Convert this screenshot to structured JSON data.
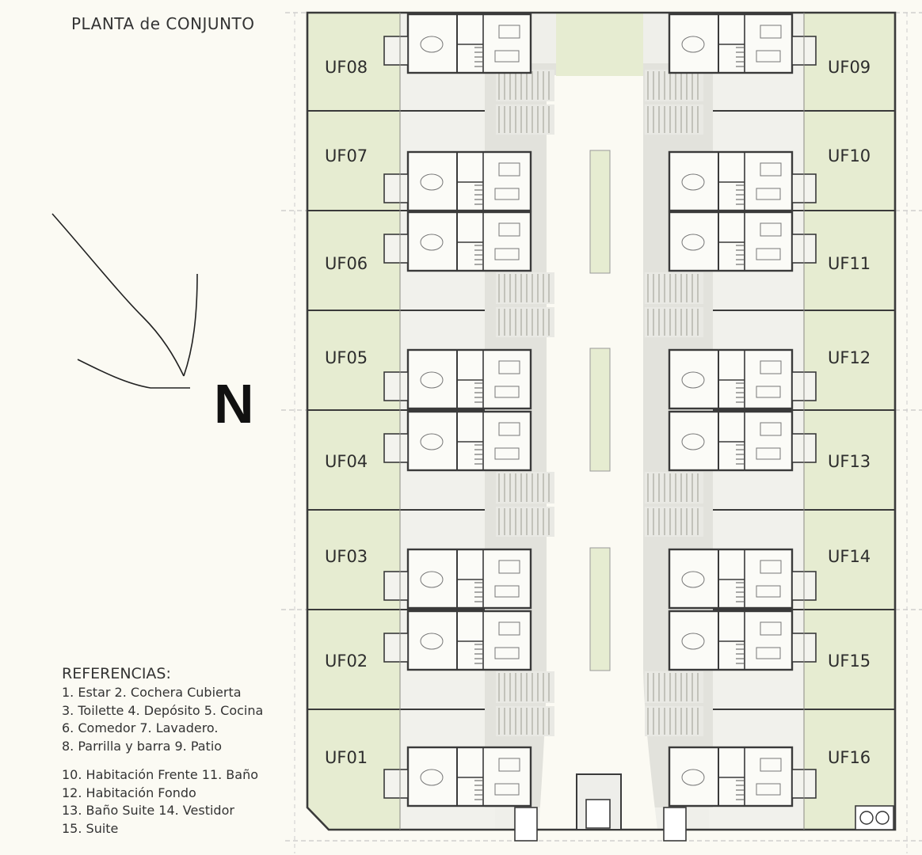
{
  "title": "PLANTA de CONJUNTO",
  "north_label": "N",
  "units_left": [
    "UF08",
    "UF07",
    "UF06",
    "UF05",
    "UF04",
    "UF03",
    "UF02",
    "UF01"
  ],
  "units_right": [
    "UF09",
    "UF10",
    "UF11",
    "UF12",
    "UF13",
    "UF14",
    "UF15",
    "UF16"
  ],
  "references": {
    "heading": "REFERENCIAS:",
    "lines": [
      "1. Estar 2. Cochera Cubierta",
      "3. Toilette 4. Depósito 5. Cocina",
      "6. Comedor 7. Lavadero.",
      "8. Parrilla y barra 9. Patio",
      "",
      "10. Habitación Frente 11. Baño",
      "12. Habitación Fondo",
      "13. Baño Suite 14. Vestidor",
      "15. Suite"
    ]
  },
  "colors": {
    "garden": "#e6ecd1",
    "parking": "#efefea",
    "pavement": "#e2e2dc",
    "road": "#fbfaf3",
    "wall": "#3a3a3a"
  }
}
